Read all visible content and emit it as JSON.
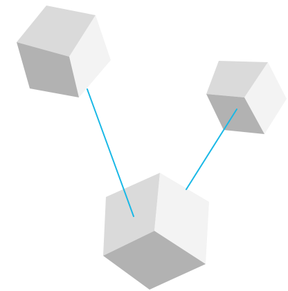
{
  "diagram": {
    "background": "#ffffff",
    "cube_colors": {
      "top": "#dadada",
      "right": "#f3f3f3",
      "left": "#b2b2b2"
    },
    "connector_color": "#19b8e6",
    "cubes": [
      {
        "name": "cube-top-left"
      },
      {
        "name": "cube-top-right"
      },
      {
        "name": "cube-bottom-center"
      }
    ],
    "connectors": [
      {
        "from": "cube-top-left",
        "to": "cube-bottom-center"
      },
      {
        "from": "cube-top-right",
        "to": "cube-bottom-center"
      }
    ]
  }
}
